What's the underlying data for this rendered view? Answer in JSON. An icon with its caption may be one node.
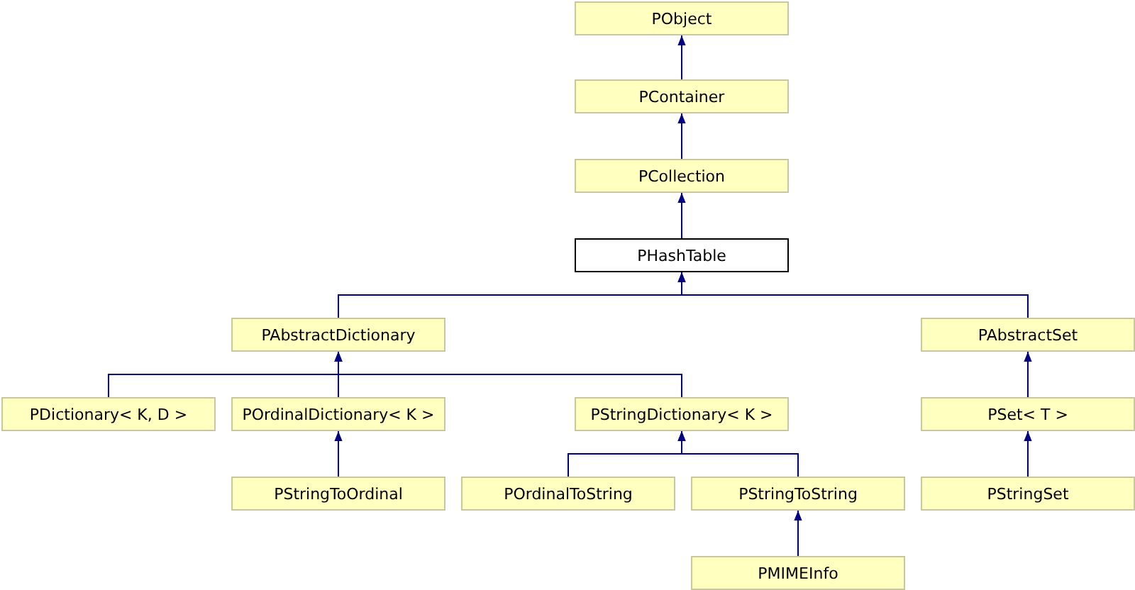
{
  "diagram": {
    "nodes": [
      {
        "text": [
          "PObject"
        ]
      },
      {
        "text": [
          "PContainer"
        ]
      },
      {
        "text": [
          "PCollection"
        ]
      },
      {
        "text": [
          "PHashTable"
        ]
      },
      {
        "text": [
          "PAbstractDictionary"
        ]
      },
      {
        "text": [
          "PAbstractSet"
        ]
      },
      {
        "text": [
          "PDictionary< K, D >"
        ]
      },
      {
        "text": [
          "POrdinalDictionary< K >"
        ]
      },
      {
        "text": [
          "PStringDictionary< K >"
        ]
      },
      {
        "text": [
          "PSet< T >"
        ]
      },
      {
        "text": [
          "PStringToOrdinal"
        ]
      },
      {
        "text": [
          "POrdinalToString"
        ]
      },
      {
        "text": [
          "PStringToString"
        ]
      },
      {
        "text": [
          "PStringSet"
        ]
      },
      {
        "text": [
          "PMIMEInfo"
        ]
      }
    ],
    "edges": [
      {
        "from": 1,
        "to": 0,
        "arrow": "to"
      },
      {
        "from": 2,
        "to": 1,
        "arrow": "to"
      },
      {
        "from": 3,
        "to": 2,
        "arrow": "to"
      },
      {
        "from": 4,
        "to": 3,
        "arrow": "to"
      },
      {
        "from": 5,
        "to": 3,
        "arrow": "to"
      },
      {
        "from": 6,
        "to": 4,
        "arrow": "to"
      },
      {
        "from": 7,
        "to": 4,
        "arrow": "to"
      },
      {
        "from": 8,
        "to": 4,
        "arrow": "to"
      },
      {
        "from": 9,
        "to": 5,
        "arrow": "to"
      },
      {
        "from": 10,
        "to": 7,
        "arrow": "to"
      },
      {
        "from": 11,
        "to": 8,
        "arrow": "to"
      },
      {
        "from": 12,
        "to": 8,
        "arrow": "to"
      },
      {
        "from": 13,
        "to": 9,
        "arrow": "to"
      },
      {
        "from": 14,
        "to": 12,
        "arrow": "to"
      }
    ]
  }
}
